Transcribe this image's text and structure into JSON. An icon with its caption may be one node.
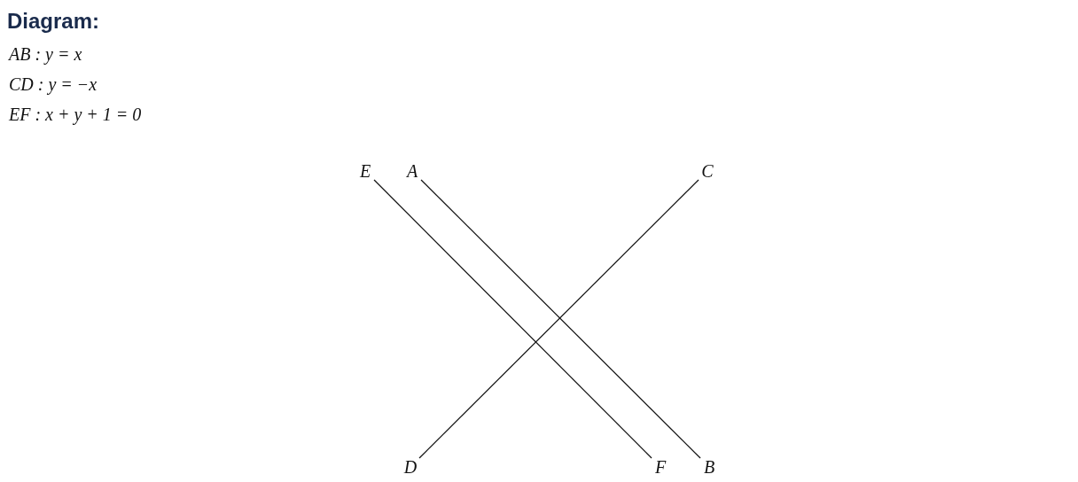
{
  "diagram": {
    "title": "Diagram:",
    "nodes": [
      {
        "text": [
          "E"
        ]
      },
      {
        "text": [
          "A"
        ]
      },
      {
        "text": [
          "C"
        ]
      },
      {
        "text": [
          "D"
        ]
      },
      {
        "text": [
          "F"
        ]
      },
      {
        "text": [
          "B"
        ]
      }
    ],
    "edges": [
      {
        "from": 1,
        "to": 5,
        "arrow": "none"
      },
      {
        "from": 2,
        "to": 3,
        "arrow": "none"
      },
      {
        "from": 0,
        "to": 4,
        "arrow": "none"
      }
    ],
    "labels": [
      "AB : y = x",
      "CD : y = −x",
      "EF : x + y + 1 = 0"
    ]
  }
}
